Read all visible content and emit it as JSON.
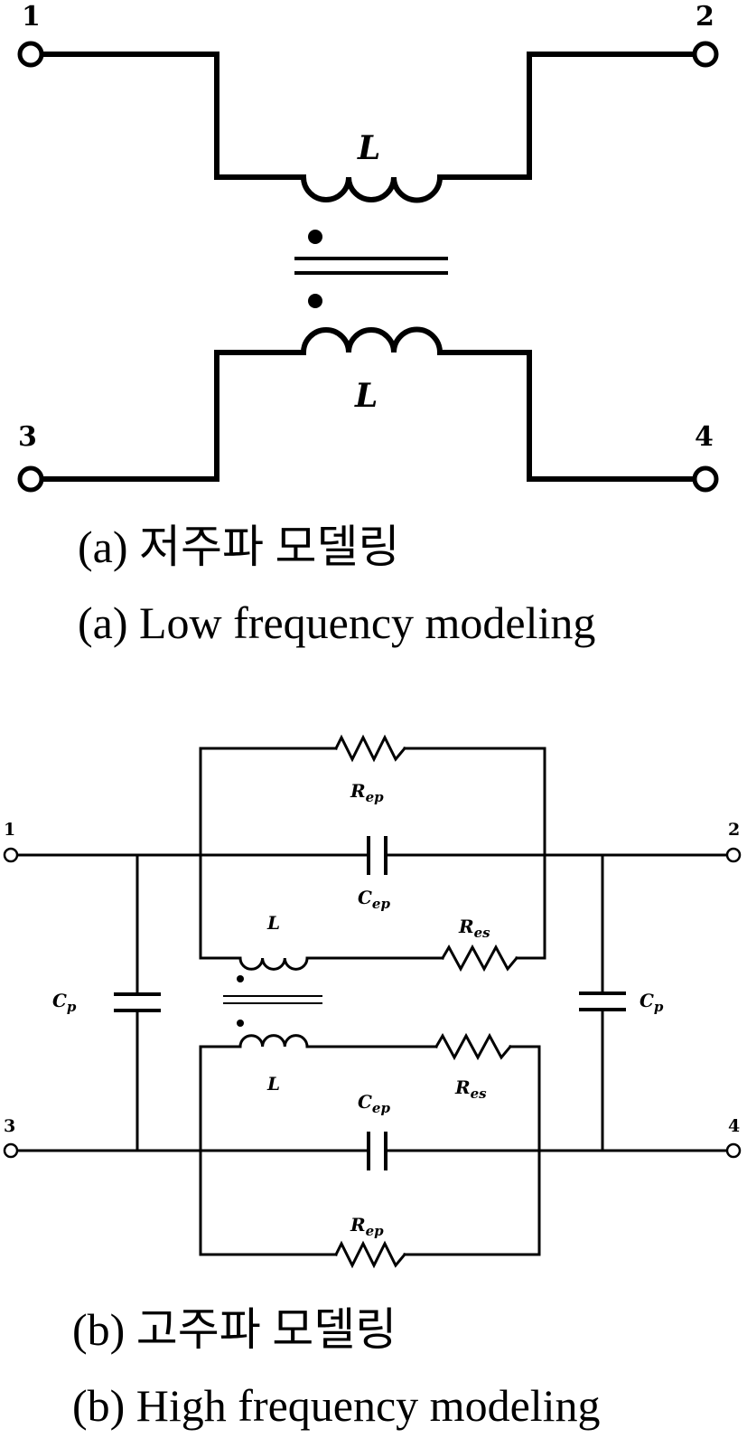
{
  "figure_a": {
    "terminals": {
      "t1": "1",
      "t2": "2",
      "t3": "3",
      "t4": "4"
    },
    "inductor_top": "L",
    "inductor_bottom": "L",
    "caption_korean": "(a) 저주파 모델링",
    "caption_english": "(a) Low frequency modeling"
  },
  "figure_b": {
    "terminals": {
      "t1": "1",
      "t2": "2",
      "t3": "3",
      "t4": "4"
    },
    "components": {
      "rep_top": {
        "base": "R",
        "sub": "ep"
      },
      "cep_top": {
        "base": "C",
        "sub": "ep"
      },
      "l_top": {
        "base": "L",
        "sub": ""
      },
      "res_top": {
        "base": "R",
        "sub": "es"
      },
      "cp_left": {
        "base": "C",
        "sub": "p"
      },
      "cp_right": {
        "base": "C",
        "sub": "p"
      },
      "l_bottom": {
        "base": "L",
        "sub": ""
      },
      "res_bottom": {
        "base": "R",
        "sub": "es"
      },
      "cep_bottom": {
        "base": "C",
        "sub": "ep"
      },
      "rep_bottom": {
        "base": "R",
        "sub": "ep"
      }
    },
    "caption_korean": "(b) 고주파 모델링",
    "caption_english": "(b) High frequency modeling"
  }
}
